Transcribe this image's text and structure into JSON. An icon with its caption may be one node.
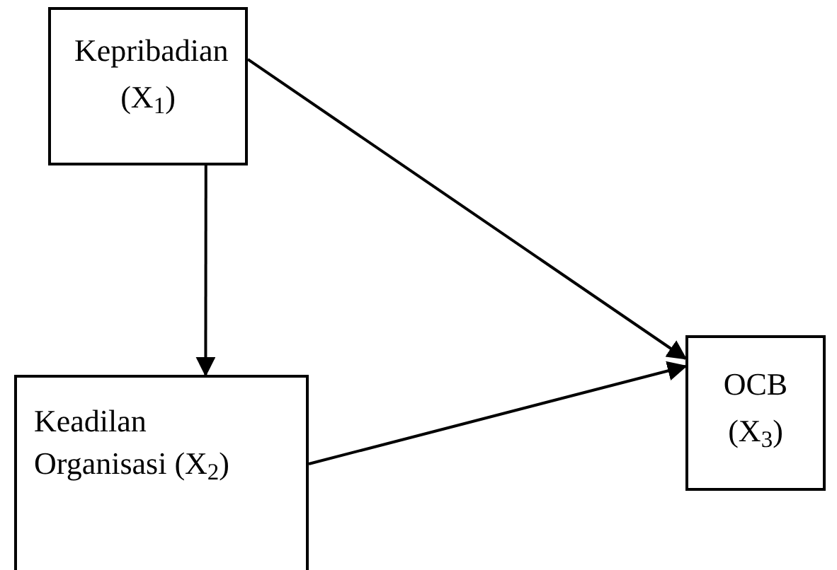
{
  "diagram": {
    "nodes": [
      {
        "text": [
          "Kepribadian (X$_{1}$)"
        ]
      },
      {
        "text": [
          "Keadilan Organisasi (X$_{2}$)"
        ]
      },
      {
        "text": [
          "OCB (X$_{3}$)"
        ]
      }
    ],
    "edges": [
      {
        "from": 0,
        "to": 1,
        "arrow": "to"
      },
      {
        "from": 0,
        "to": 2,
        "arrow": "to"
      },
      {
        "from": 1,
        "to": 2,
        "arrow": "to"
      }
    ]
  }
}
